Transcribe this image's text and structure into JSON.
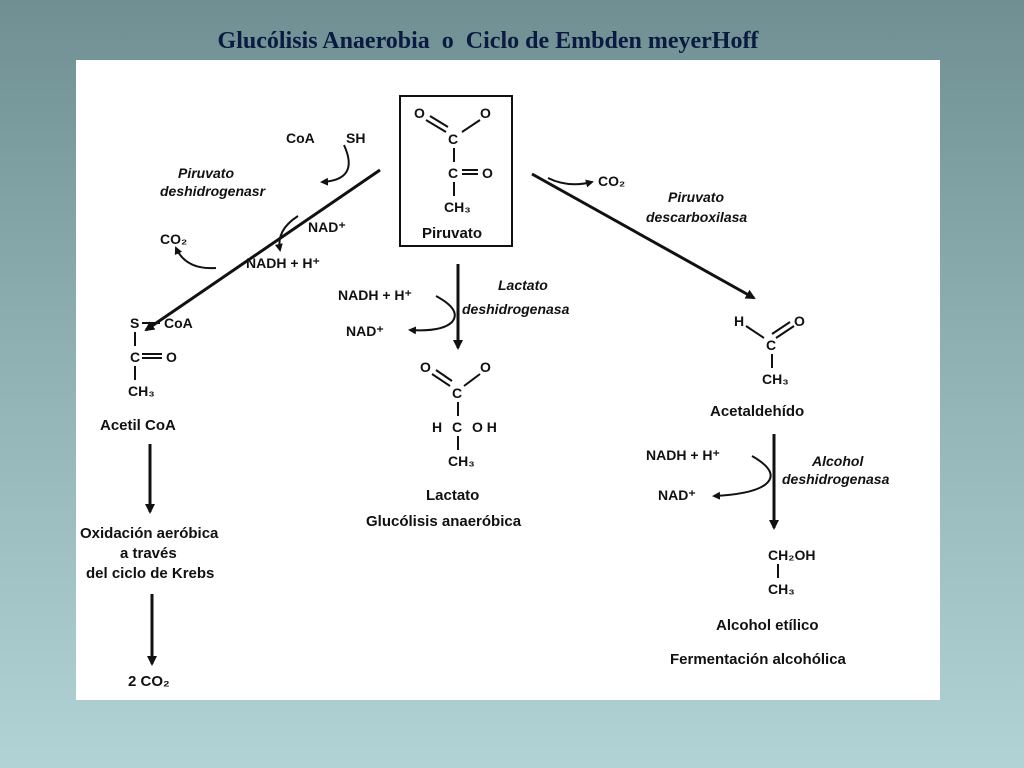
{
  "title": "Glucólisis Anaerobia  o  Ciclo de Embden meyerHoff",
  "pyruvate": {
    "o1": "O",
    "o2": "O",
    "c1": "C",
    "c2": "C",
    "o3": "O",
    "ch3": "CH₃",
    "name": "Piruvato"
  },
  "left_branch": {
    "coa": "CoA",
    "sh": "SH",
    "enzyme_l1": "Piruvato",
    "enzyme_l2": "deshidrogenasr",
    "nad": "NAD⁺",
    "co2": "CO₂",
    "nadh": "NADH + H⁺",
    "s": "S",
    "scoa": "CoA",
    "c": "C",
    "o": "O",
    "ch3": "CH₃",
    "product": "Acetil CoA",
    "ox_l1": "Oxidación aeróbica",
    "ox_l2": "a través",
    "ox_l3": "del ciclo de Krebs",
    "final": "2 CO₂"
  },
  "center_branch": {
    "nadh": "NADH + H⁺",
    "nad": "NAD⁺",
    "enzyme_l1": "Lactato",
    "enzyme_l2": "deshidrogenasa",
    "o1": "O",
    "o2": "O",
    "c1": "C",
    "h_left": "H",
    "c2": "C",
    "o_h": "O H",
    "ch3": "CH₃",
    "product": "Lactato",
    "process": "Glucólisis anaeróbica"
  },
  "right_branch": {
    "co2": "CO₂",
    "enzyme_l1": "Piruvato",
    "enzyme_l2": "descarboxilasa",
    "h": "H",
    "o": "O",
    "c": "C",
    "ch3": "CH₃",
    "product": "Acetaldehído",
    "nadh": "NADH + H⁺",
    "nad": "NAD⁺",
    "enzyme2_l1": "Alcohol",
    "enzyme2_l2": "deshidrogenasa",
    "ch2oh": "CH₂OH",
    "ch3b": "CH₃",
    "product2": "Alcohol etílico",
    "process": "Fermentación alcohólica"
  }
}
